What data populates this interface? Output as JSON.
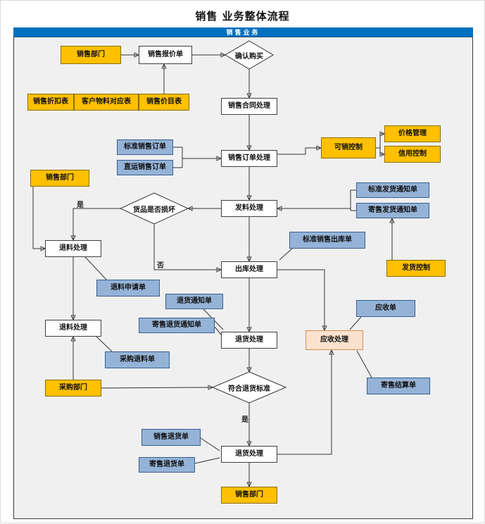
{
  "title": "销售 业务整体流程",
  "band": {
    "label": "销售业务"
  },
  "colors": {
    "band_bg": "#0070C0",
    "department_fill": "#FFC000",
    "document_fill": "#95B3D7",
    "process_fill": "#FFFFFF",
    "receivable_fill": "#FBE2CE",
    "canvas_bg": "#F0F0F0",
    "line": "#333333"
  },
  "edge_labels": {
    "damaged_yes": "是",
    "damaged_no": "否",
    "return_ok_yes": "是"
  },
  "nodes": {
    "sales_dept_top": {
      "label": "销售部门"
    },
    "sales_quote": {
      "label": "销售报价单"
    },
    "confirm_purchase": {
      "label": "确认购买"
    },
    "sales_discount_table": {
      "label": "销售折扣表"
    },
    "customer_material_table": {
      "label": "客户物料对应表"
    },
    "sales_price_list": {
      "label": "销售价目表"
    },
    "sales_contract": {
      "label": "销售合同处理"
    },
    "standard_sales_order": {
      "label": "标准销售订单"
    },
    "direct_sales_order": {
      "label": "直运销售订单"
    },
    "sales_order_process": {
      "label": "销售订单处理"
    },
    "sellable_control": {
      "label": "可销控制"
    },
    "price_mgmt": {
      "label": "价格管理"
    },
    "credit_control": {
      "label": "信用控制"
    },
    "sales_dept_left": {
      "label": "销售部门"
    },
    "goods_damaged": {
      "label": "货品是否损坏"
    },
    "material_issue": {
      "label": "发料处理"
    },
    "std_delivery_notice": {
      "label": "标准发货通知单"
    },
    "consign_delivery_notice": {
      "label": "寄售发货通知单"
    },
    "material_return_1": {
      "label": "退料处理"
    },
    "std_sales_outbound": {
      "label": "标准销售出库单"
    },
    "outbound_process": {
      "label": "出库处理"
    },
    "delivery_control": {
      "label": "发货控制"
    },
    "material_return_request": {
      "label": "退料申请单"
    },
    "return_notice": {
      "label": "退货通知单"
    },
    "receivable_doc": {
      "label": "应收单"
    },
    "consign_return_notice": {
      "label": "寄售退货通知单"
    },
    "material_return_2": {
      "label": "退料处理"
    },
    "return_process_mid": {
      "label": "退货处理"
    },
    "receivable_process": {
      "label": "应收处理"
    },
    "purchase_return_doc": {
      "label": "采购退料单"
    },
    "consign_settlement": {
      "label": "寄售结算单"
    },
    "purchase_dept": {
      "label": "采购部门"
    },
    "return_standard": {
      "label": "符合退货标准"
    },
    "sales_return_doc": {
      "label": "销售退货单"
    },
    "return_process_bottom": {
      "label": "退货处理"
    },
    "consign_return_doc": {
      "label": "寄售退货单"
    },
    "sales_dept_bottom": {
      "label": "销售部门"
    }
  }
}
